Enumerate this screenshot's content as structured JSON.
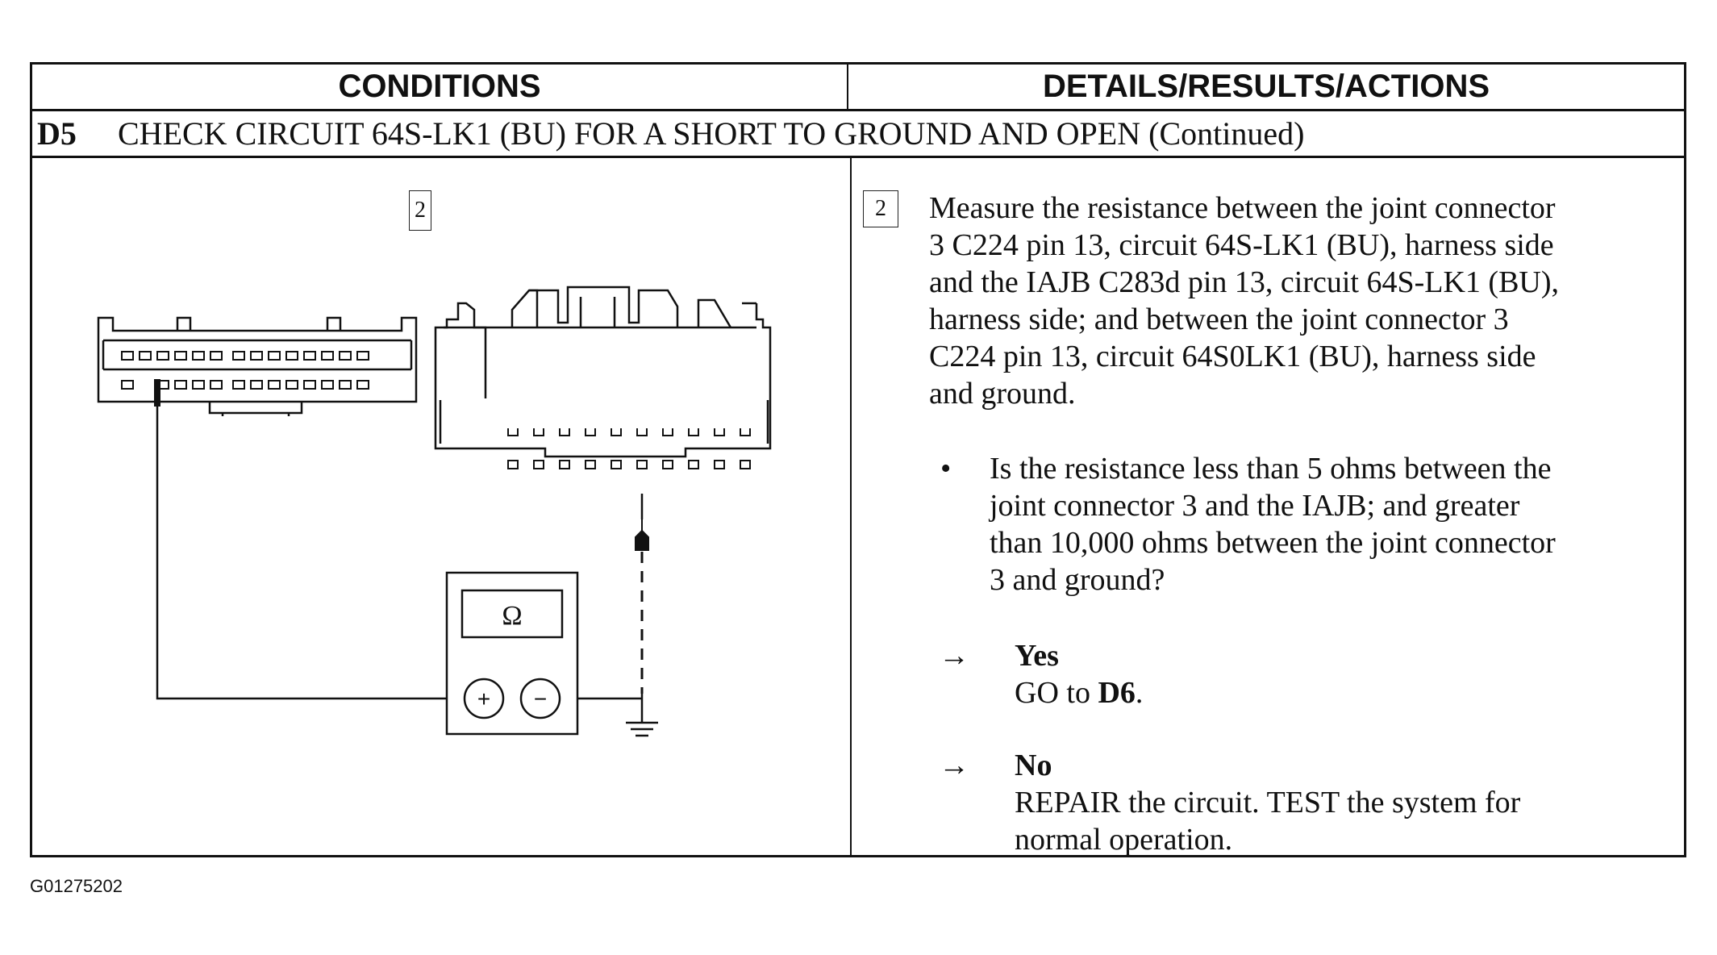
{
  "headers": {
    "conditions": "CONDITIONS",
    "details": "DETAILS/RESULTS/ACTIONS"
  },
  "step": {
    "number": "D5",
    "title": "CHECK CIRCUIT 64S-LK1 (BU) FOR A SHORT TO GROUND AND OPEN (Continued)"
  },
  "diagram": {
    "step_marker": "2",
    "meter_symbol": "Ω",
    "plus": "+",
    "minus": "−"
  },
  "details": {
    "step_marker": "2",
    "instruction_lines": [
      "Measure the resistance between the joint connector",
      "3 C224 pin 13, circuit 64S-LK1 (BU), harness side",
      "and the IAJB C283d pin 13, circuit 64S-LK1 (BU),",
      "harness side; and between the joint connector 3",
      "C224 pin 13, circuit 64S0LK1 (BU), harness  side",
      "and ground."
    ],
    "bullet": "•",
    "question_lines": [
      "Is the resistance less than 5 ohms between the",
      "joint connector 3 and the IAJB; and greater",
      "than 10,000 ohms between the joint connector",
      "3 and ground?"
    ],
    "yes": {
      "arrow": "→",
      "label": "Yes",
      "action_prefix": "GO to ",
      "action_target": "D6",
      "action_suffix": "."
    },
    "no": {
      "arrow": "→",
      "label": "No",
      "action_lines": [
        "REPAIR the circuit. TEST the system for",
        "normal operation."
      ]
    }
  },
  "figure_id": "G01275202"
}
